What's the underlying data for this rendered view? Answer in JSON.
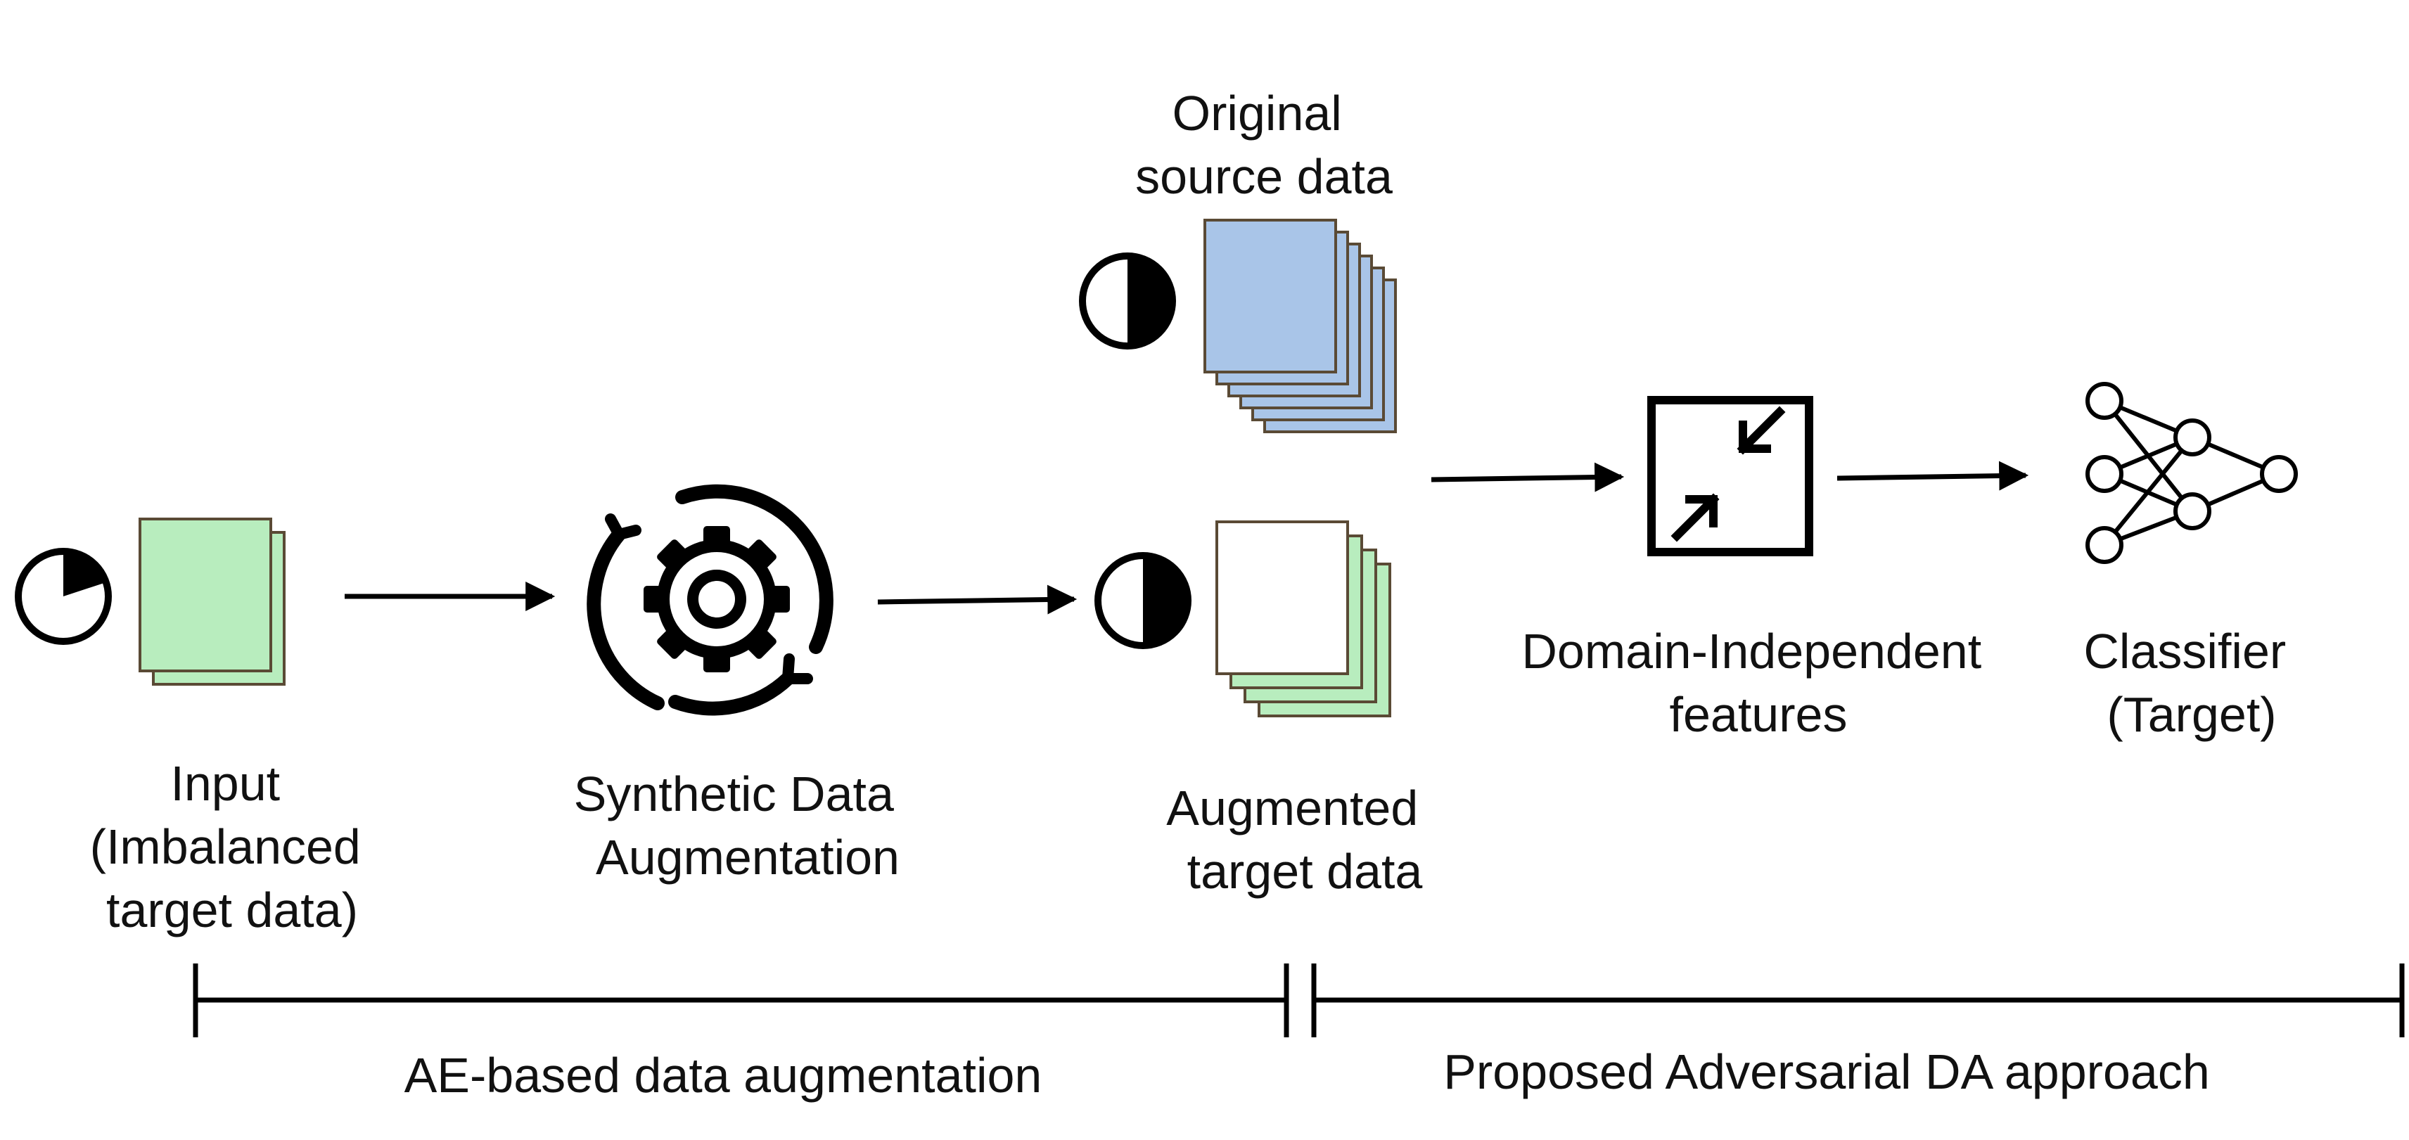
{
  "labels": {
    "input": [
      "Input",
      "(Imbalanced",
      "target data)"
    ],
    "augmentation": [
      "Synthetic Data",
      "Augmentation"
    ],
    "source": [
      "Original",
      "source data"
    ],
    "augmented": [
      "Augmented",
      "target data"
    ],
    "features": [
      "Domain-Independent",
      "features"
    ],
    "classifier": [
      "Classifier",
      "(Target)"
    ]
  },
  "phases": {
    "left": "AE-based data augmentation",
    "right": "Proposed Adversarial DA approach"
  },
  "colors": {
    "green": "#b8edbe",
    "blue": "#a9c5e8",
    "white": "#ffffff",
    "outline": "#5a4a35",
    "ink": "#000000"
  },
  "icons": {
    "input_pie": "quarter-pie-icon",
    "source_pie": "half-circle-icon",
    "augmented_pie": "half-circle-icon",
    "gear": "gear-cycle-icon",
    "features": "compress-icon",
    "classifier": "neural-network-icon"
  }
}
